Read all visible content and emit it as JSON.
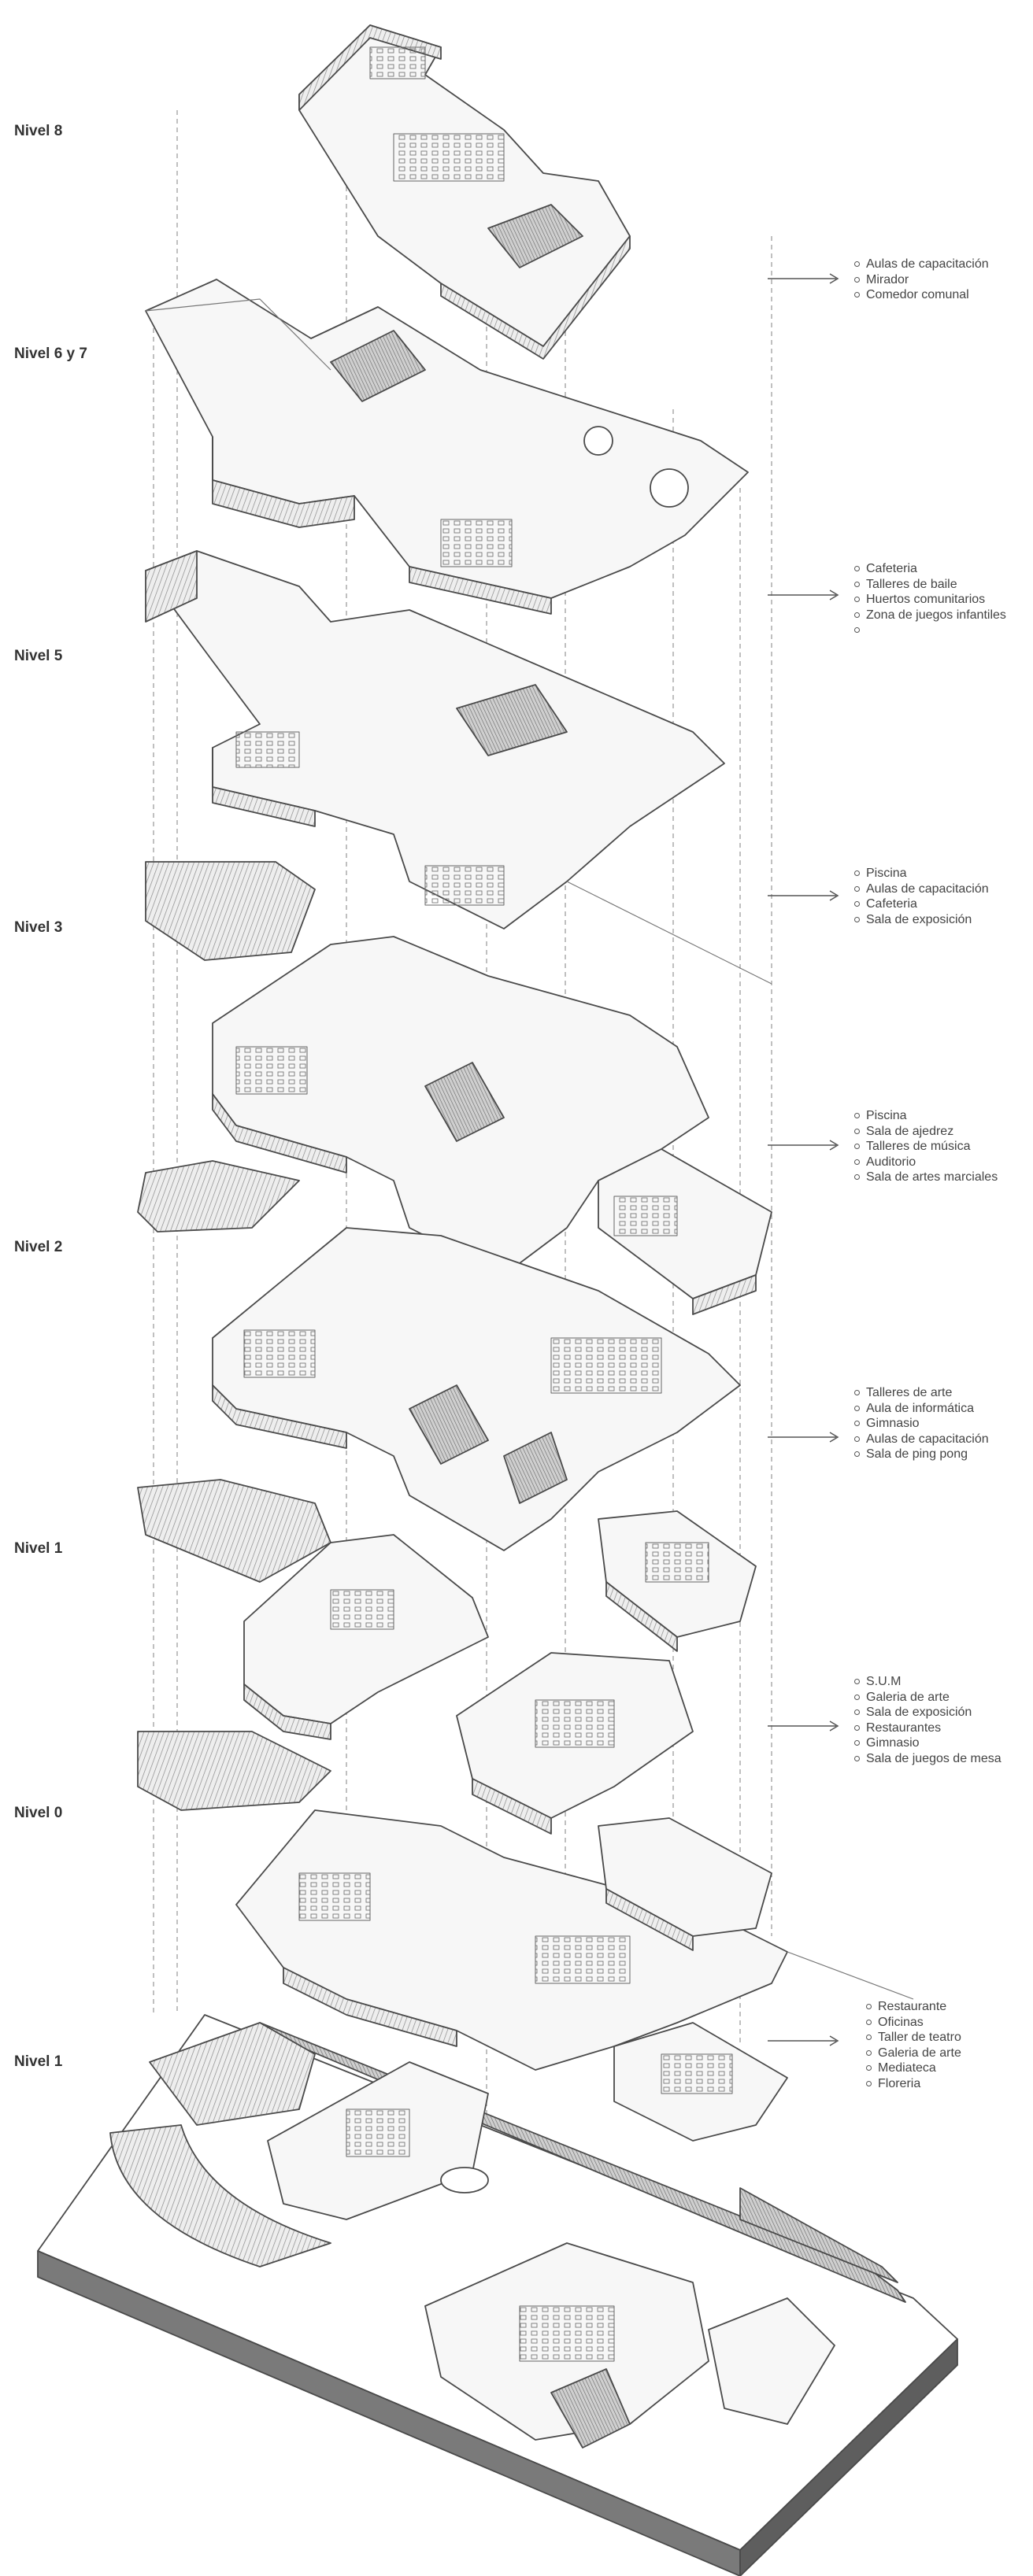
{
  "levels": [
    {
      "label": "Nivel 8",
      "programs": [
        "Aulas de capacitación",
        "Mirador",
        "Comedor comunal"
      ]
    },
    {
      "label": "Nivel 6 y 7",
      "programs": [
        "Cafeteria",
        "Talleres de baile",
        "Huertos comunitarios",
        "Zona de juegos infantiles",
        ""
      ]
    },
    {
      "label": "Nivel 5",
      "programs": [
        "Piscina",
        "Aulas de capacitación",
        "Cafeteria",
        "Sala de exposición"
      ]
    },
    {
      "label": "Nivel 3",
      "programs": [
        "Piscina",
        "Sala de ajedrez",
        "Talleres de música",
        "Auditorio",
        "Sala de artes marciales"
      ]
    },
    {
      "label": "Nivel 2",
      "programs": [
        "Talleres de arte",
        "Aula de informática",
        "Gimnasio",
        "Aulas de capacitación",
        "Sala de ping pong"
      ]
    },
    {
      "label": "Nivel 1",
      "programs": [
        "S.U.M",
        "Galeria de arte",
        "Sala de exposición",
        "Restaurantes",
        "Gimnasio",
        "Sala de juegos de mesa"
      ]
    },
    {
      "label": "Nivel 0",
      "programs": [
        "Restaurante",
        "Oficinas",
        "Taller de teatro",
        "Galeria de arte",
        "Mediateca",
        "Floreria"
      ]
    },
    {
      "label": "Nivel 1",
      "programs": []
    }
  ],
  "colors": {
    "line": "#4a4a4a",
    "slab": "#f7f7f7",
    "wall": "#d9d9d9",
    "base_side": "#7a7a7a",
    "base_front": "#5e5e5e"
  }
}
